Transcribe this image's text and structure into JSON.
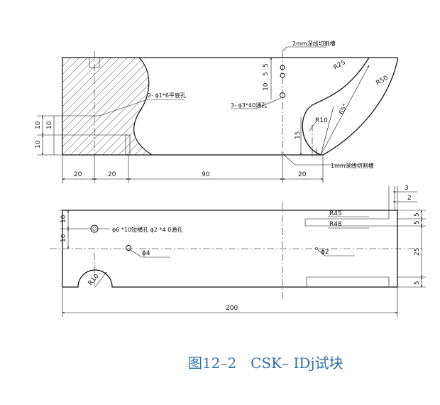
{
  "drawing": {
    "top_view": {
      "label_2mm_slot": "2mm深线切割槽",
      "label_1mm_slot": "1mm深线切割槽",
      "label_flat_hole": "2- ϕ1*6平底孔",
      "label_through_hole": "3- ϕ3*40通孔",
      "r25": "R25",
      "r50": "R50",
      "r10": "R10",
      "angle": "65°",
      "d20a": "20",
      "d20b": "20",
      "d90": "90",
      "d20c": "20",
      "v5a": "5",
      "v5b": "5",
      "v10a": "10",
      "v10b": "10",
      "v10c": "10",
      "v10d": "10",
      "v15": "15"
    },
    "bottom_view": {
      "d3": "3",
      "d2": "2",
      "r45": "R45",
      "r48": "R48",
      "label_side_hole": "ϕ6 *10短横孔 ϕ2 *4 0通孔",
      "phi4": "ϕ4",
      "phi2": "ϕ2",
      "r10": "R10",
      "v10a": "10",
      "v10b": "10",
      "v5a": "5",
      "v5b": "5",
      "v25": "25",
      "v5c": "5",
      "d200": "200"
    }
  },
  "caption": "图12–2　CSK– IDj试块"
}
